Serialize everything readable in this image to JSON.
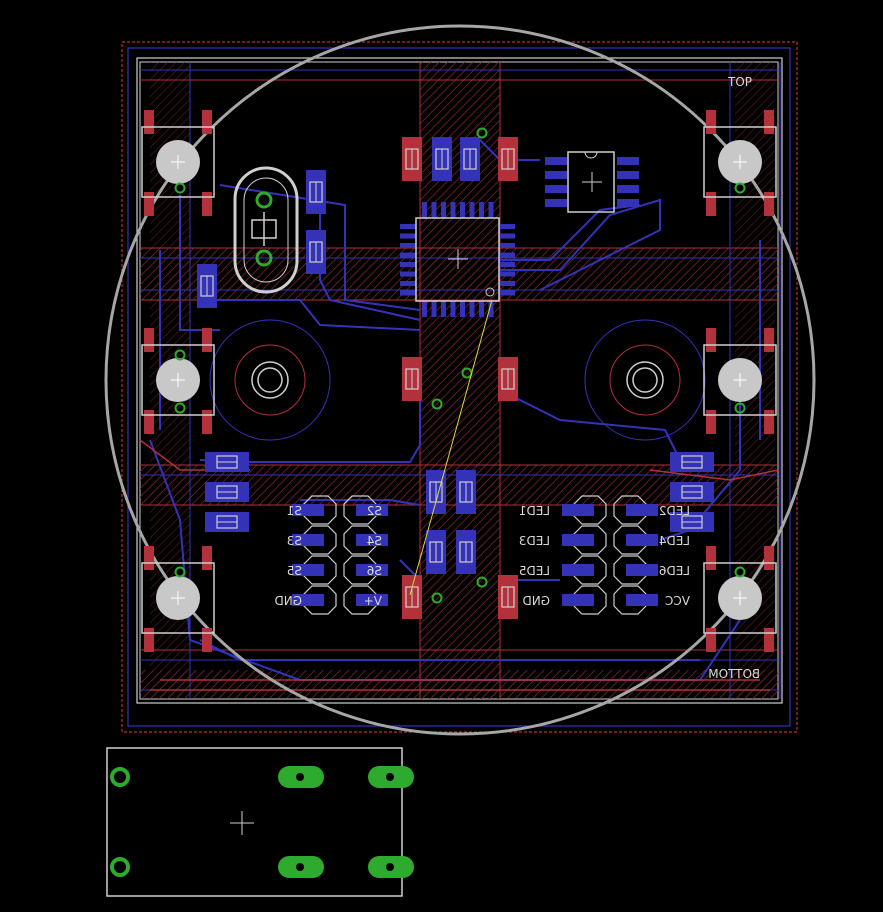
{
  "layers": {
    "top_label": "TOP",
    "bottom_label": "BOTTOM"
  },
  "left_header": {
    "labels": [
      "S1",
      "S2",
      "S3",
      "S4",
      "S5",
      "S6",
      "GND",
      "V+"
    ]
  },
  "right_header": {
    "labels": [
      "LED1",
      "LED2",
      "LED3",
      "LED4",
      "LED5",
      "LED6",
      "GND",
      "VCC"
    ]
  },
  "colors": {
    "background": "#000000",
    "top_copper": "#b2313a",
    "bottom_copper": "#3433b8",
    "silkscreen": "#c8c8c8",
    "via_pad": "#2eaa2e",
    "airwire": "#d8d84a",
    "dimension": "#9a9a9a"
  }
}
